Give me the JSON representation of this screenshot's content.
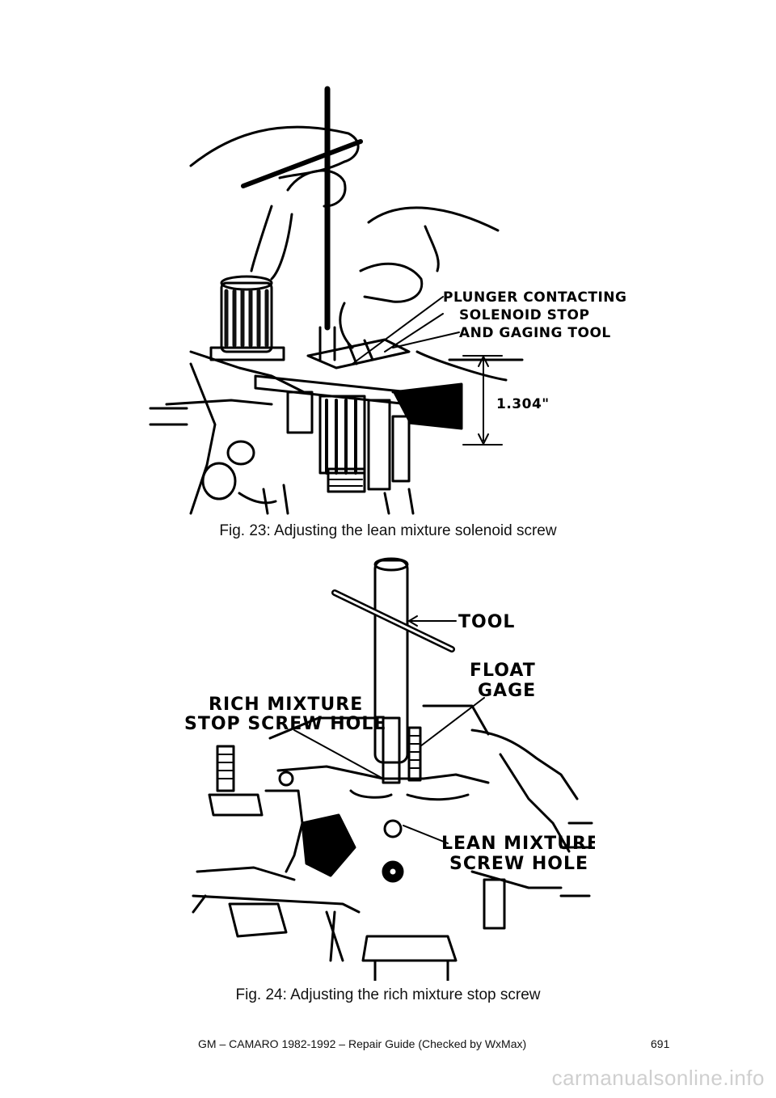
{
  "figures": [
    {
      "caption": "Fig. 23: Adjusting the lean mixture solenoid screw",
      "callouts": {
        "line1": "PLUNGER CONTACTING",
        "line2": "SOLENOID STOP",
        "line3": "AND GAGING TOOL",
        "dimension": "1.304\""
      }
    },
    {
      "caption": "Fig. 24: Adjusting the rich mixture stop screw",
      "callouts": {
        "tool": "TOOL",
        "float1": "FLOAT",
        "float2": "GAGE",
        "rich1": "RICH MIXTURE",
        "rich2": "STOP SCREW HOLE",
        "lean1": "LEAN MIXTURE",
        "lean2": "SCREW HOLE"
      }
    }
  ],
  "footer": {
    "document": "GM – CAMARO 1982-1992 – Repair Guide (Checked by WxMax)",
    "page_number": "691"
  },
  "watermark": "carmanualsonline.info"
}
